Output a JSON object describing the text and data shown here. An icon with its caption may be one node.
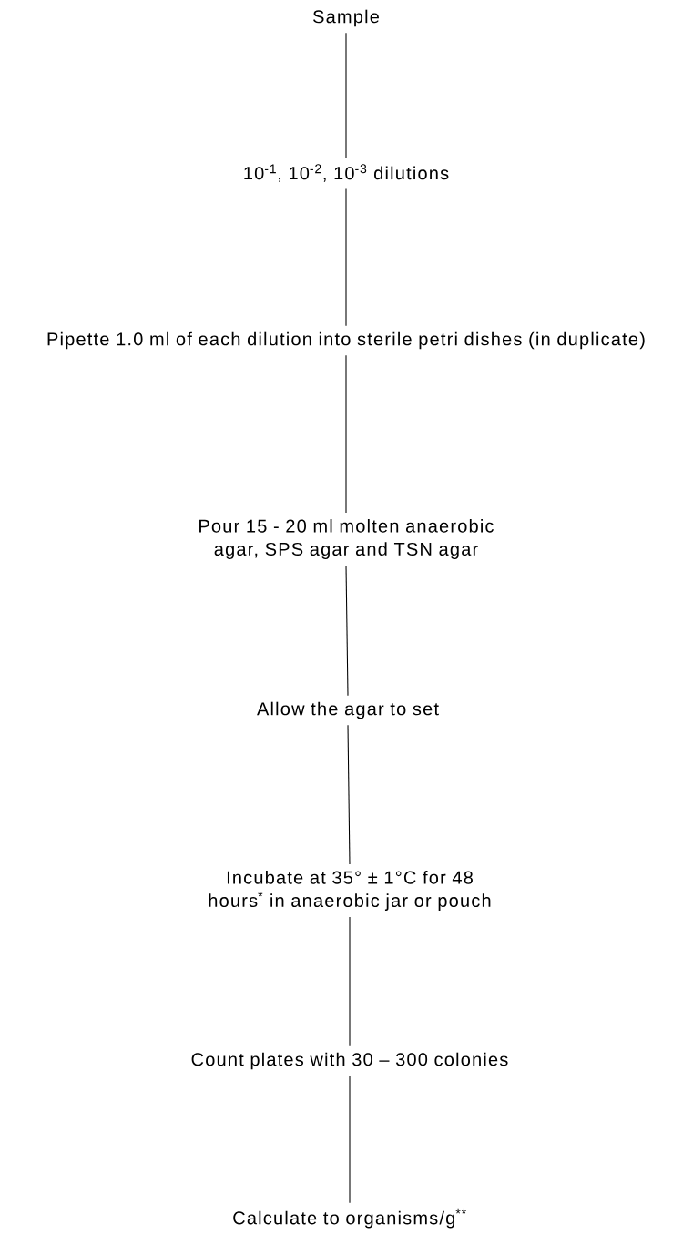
{
  "diagram": {
    "nodes": [
      {
        "text": [
          "Sample"
        ]
      },
      {
        "text": [
          "10$^{-1}$, 10$^{-2}$, 10$^{-3}$ dilutions"
        ]
      },
      {
        "text": [
          "Pipette 1.0 ml of each dilution into sterile petri dishes (in duplicate)"
        ]
      },
      {
        "text": [
          "Pour 15 - 20 ml molten anaerobic agar, SPS agar and TSN agar"
        ]
      },
      {
        "text": [
          "Allow the agar to set"
        ]
      },
      {
        "text": [
          "Incubate at 35° ± 1°C for 48 hours$^{*}$ in anaerobic jar or pouch"
        ]
      },
      {
        "text": [
          "Count plates with 30 – 300 colonies"
        ]
      },
      {
        "text": [
          "Calculate to organisms/g$^{**}$"
        ]
      }
    ],
    "edges": [
      {
        "from": 0,
        "to": 1,
        "arrow": "none"
      },
      {
        "from": 1,
        "to": 2,
        "arrow": "none"
      },
      {
        "from": 2,
        "to": 3,
        "arrow": "none"
      },
      {
        "from": 3,
        "to": 4,
        "arrow": "none"
      },
      {
        "from": 4,
        "to": 5,
        "arrow": "none"
      },
      {
        "from": 5,
        "to": 6,
        "arrow": "none"
      },
      {
        "from": 6,
        "to": 7,
        "arrow": "none"
      }
    ]
  }
}
